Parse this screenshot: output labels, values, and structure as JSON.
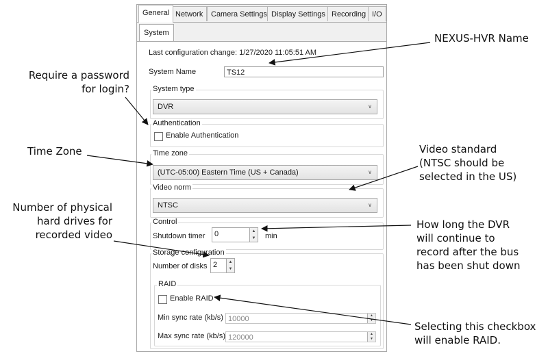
{
  "tabs": [
    {
      "label": "General"
    },
    {
      "label": "Network"
    },
    {
      "label": "Camera Settings"
    },
    {
      "label": "Display Settings"
    },
    {
      "label": "Recording"
    },
    {
      "label": "I/O"
    }
  ],
  "subtab": {
    "label": "System"
  },
  "last_change": "Last configuration change: 1/27/2020 11:05:51 AM",
  "system_name": {
    "label": "System Name",
    "value": "TS12"
  },
  "system_type": {
    "label": "System type",
    "value": "DVR"
  },
  "authentication": {
    "label": "Authentication",
    "checkbox_label": "Enable Authentication"
  },
  "time_zone": {
    "label": "Time zone",
    "value": "(UTC-05:00) Eastern Time (US + Canada)"
  },
  "video_norm": {
    "label": "Video norm",
    "value": "NTSC"
  },
  "control": {
    "label": "Control",
    "shutdown_label": "Shutdown timer",
    "shutdown_value": "0",
    "unit": "min"
  },
  "storage": {
    "label": "Storage configuration",
    "disks_label": "Number of disks",
    "disks_value": "2"
  },
  "raid": {
    "label": "RAID",
    "checkbox_label": "Enable RAID",
    "min_label": "Min sync rate (kb/s)",
    "min_value": "10000",
    "max_label": "Max sync rate (kb/s)",
    "max_value": "120000"
  },
  "annotations": {
    "hvr_name": "NEXUS-HVR Name",
    "password": [
      "Require a password",
      "for login?"
    ],
    "time_zone": "Time Zone",
    "video_standard": [
      "Video standard",
      "(NTSC should be",
      "selected in the US)"
    ],
    "disks": [
      "Number of physical",
      "hard drives for",
      "recorded video"
    ],
    "shutdown": [
      "How long the DVR",
      "will continue to",
      "record after the bus",
      "has been shut down"
    ],
    "raid": [
      "Selecting this checkbox",
      "will enable RAID."
    ]
  }
}
